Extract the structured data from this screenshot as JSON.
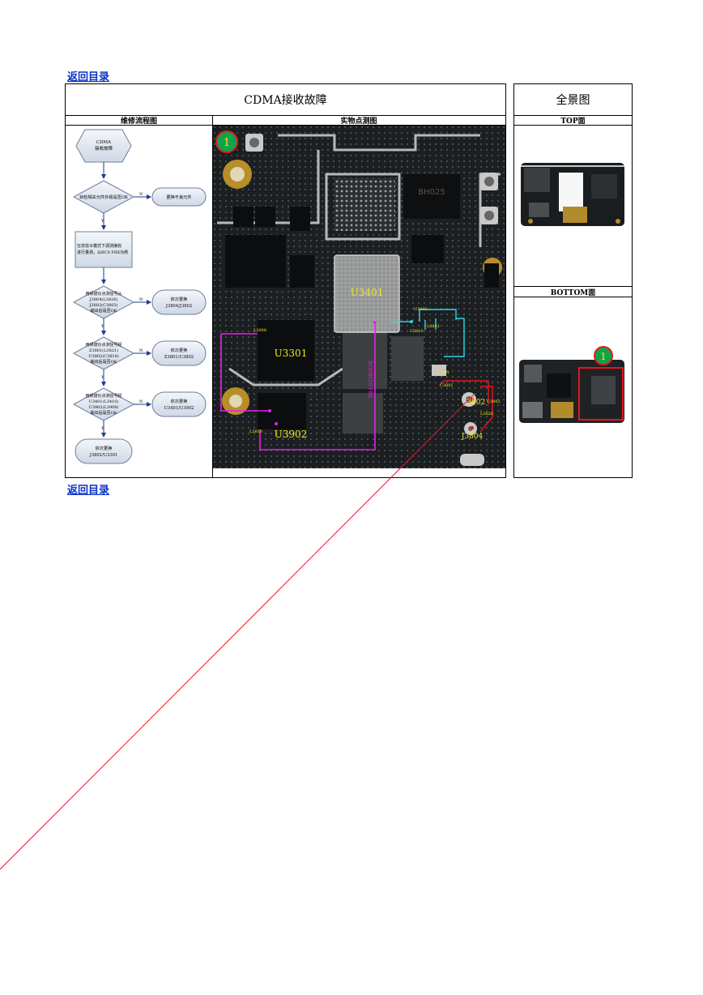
{
  "nav": {
    "back_link_top": "返回目录",
    "back_link_bottom": "返回目录"
  },
  "table": {
    "title": "CDMA接收故障",
    "panorama_title": "全景图",
    "col_flow": "维修流程图",
    "col_photo": "实物点测图",
    "col_top": "TOP面",
    "col_bottom": "BOTTOM面"
  },
  "flow": {
    "start": [
      "CDMA",
      "接收故障"
    ],
    "d1": "目检相关元件外观是否OK",
    "d1_no": "N",
    "a1": "更换不良元件",
    "y1": "Y",
    "step": [
      "在非信令模式下调测接收",
      "进行量测，以BC0 FRX为例"
    ],
    "d2": [
      "用频谱仪点测信号从",
      "J3804(L3826)",
      "J3802(C3803)",
      "输出后是否OK"
    ],
    "d2_no": "N",
    "a2": [
      "依次更换",
      "J3804/J3802"
    ],
    "y2": "Y",
    "d3": [
      "用频谱仪点测信号经",
      "Z3801(L3821)",
      "U3802(C3810)",
      "输出后是否OK"
    ],
    "d3_no": "N",
    "a3": [
      "依次更换",
      "Z3801/U3802"
    ],
    "y3": "Y",
    "d4": [
      "用频谱仪点测信号经",
      "U3401(L3410)",
      "U3902(L3908)",
      "输出后是否OK"
    ],
    "d4_no": "N",
    "a4": [
      "依次更换",
      "U3401/U3902"
    ],
    "y4": "Y",
    "end": [
      "依次更换",
      "J3802/U3301"
    ]
  },
  "board": {
    "marker": "1",
    "chips": {
      "u3401": "U3401",
      "u3301": "U3301",
      "u3902": "U3902",
      "j3802": "J3802",
      "j3804": "J3804"
    },
    "small_labels": {
      "l3908": "L3908",
      "l3810": "L3810",
      "u3802": "U3802",
      "l3821": "L3821",
      "c3810": "C3810",
      "z3801": "Z3801",
      "c3803": "C3803",
      "l3826": "L3826",
      "c3801": "C3801"
    },
    "vertical_label": "BC0/BC10 FRX",
    "path_colors": {
      "magenta": "#e81ee8",
      "cyan": "#2ad7e8",
      "red": "#e8141e",
      "yellow": "#f2ea1e"
    }
  },
  "panorama": {
    "marker": "1"
  }
}
